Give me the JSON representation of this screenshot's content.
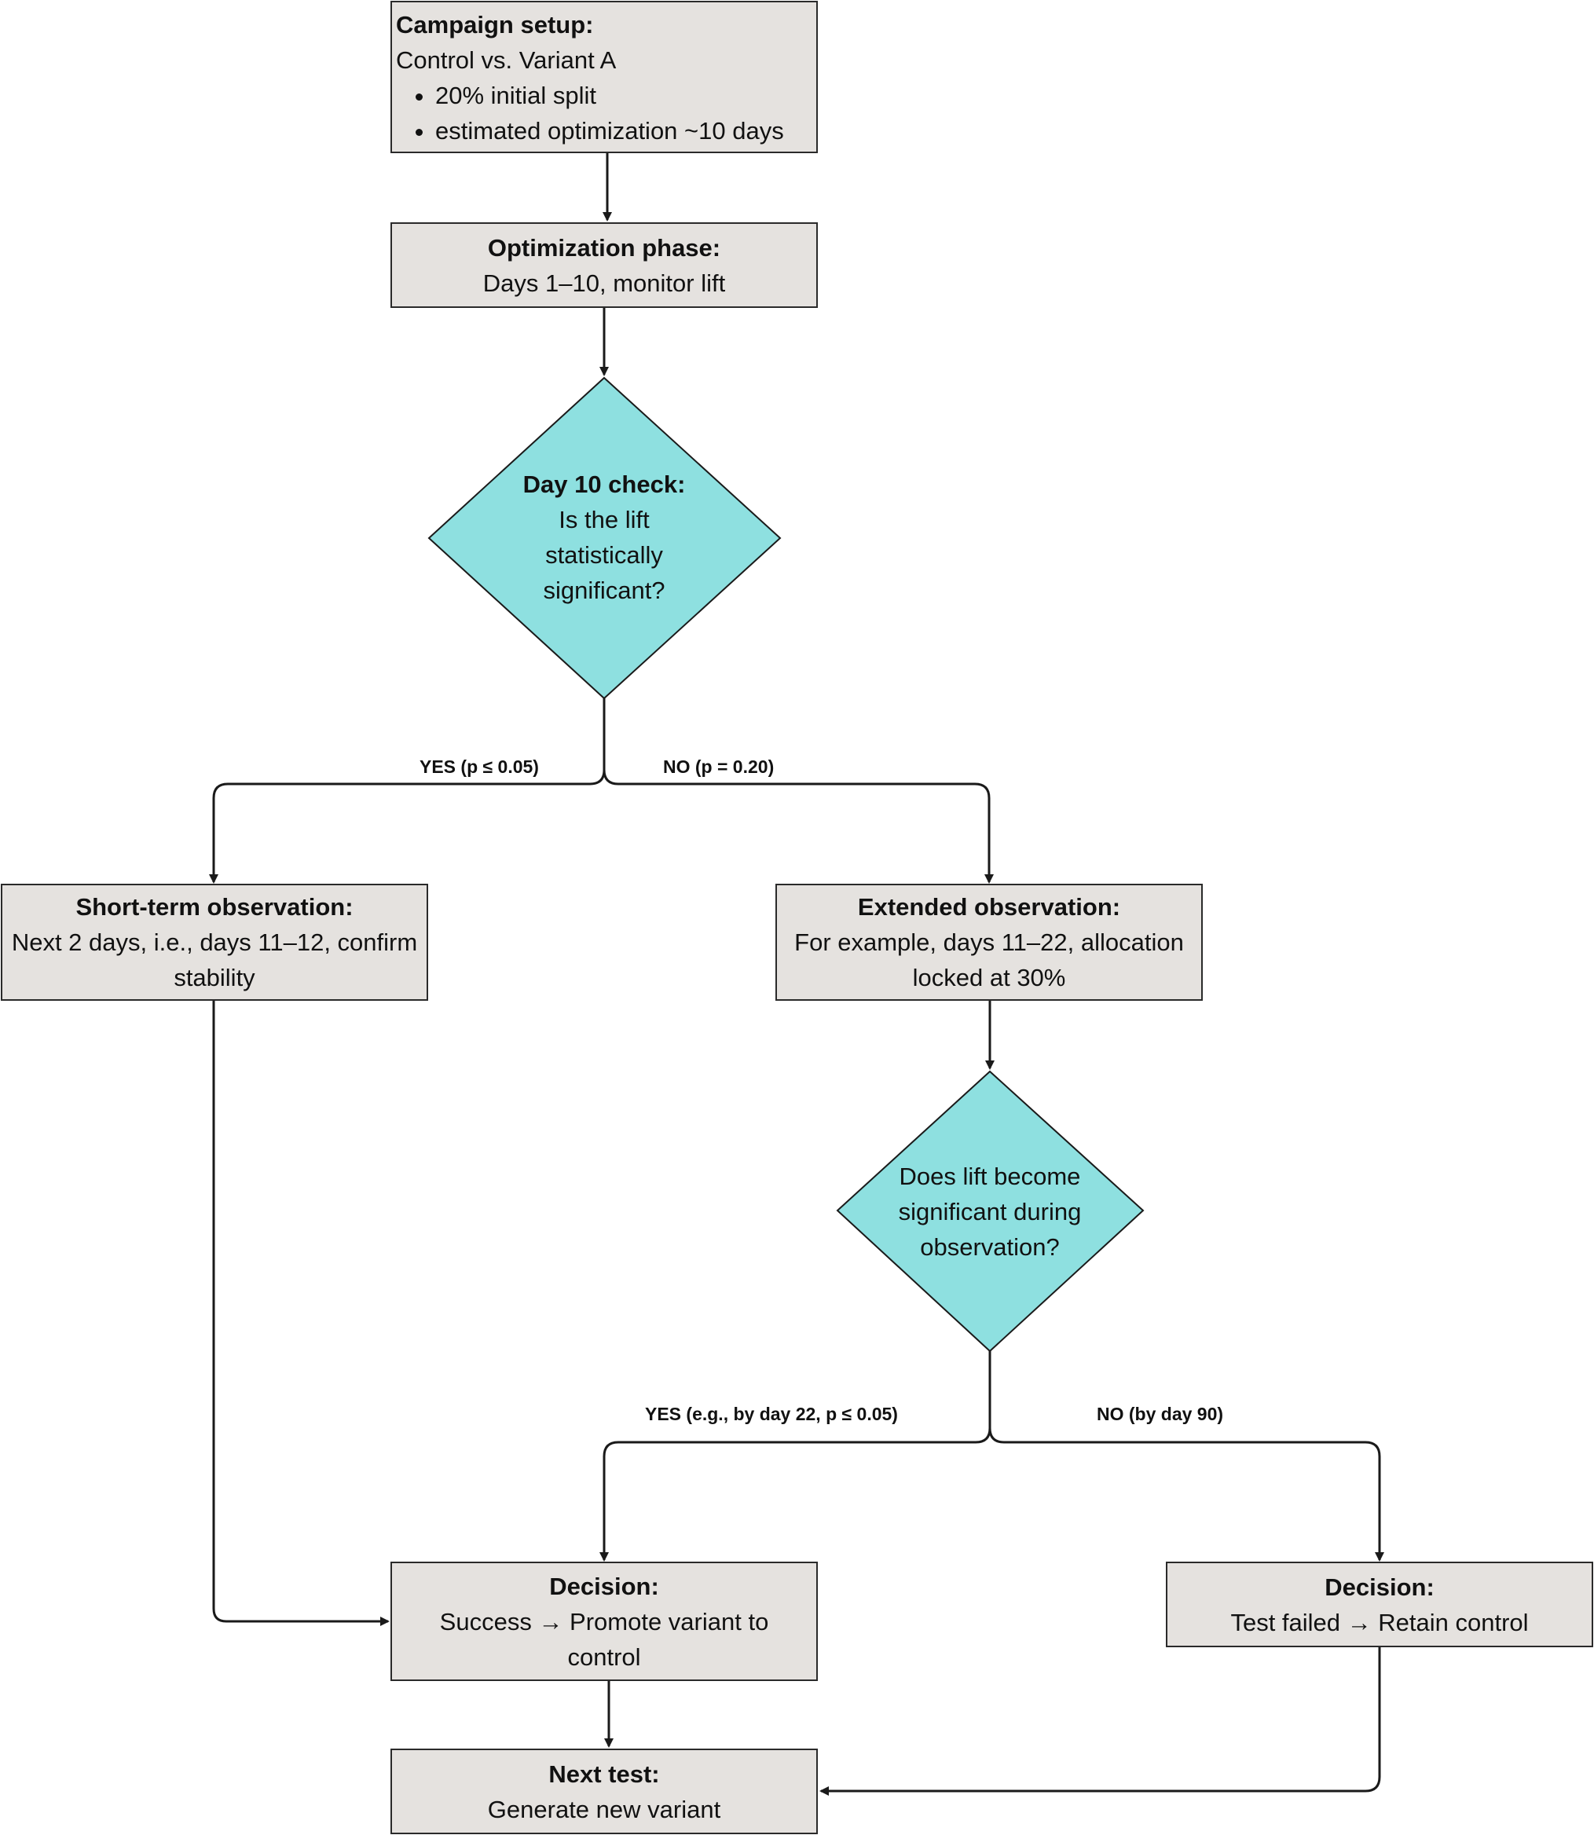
{
  "colors": {
    "process_fill": "#e5e2df",
    "decision_fill": "#8ee0e0",
    "stroke": "#1a1a1a"
  },
  "nodes": {
    "campaign_setup": {
      "title": "Campaign setup:",
      "line": "Control vs. Variant A",
      "bullets": [
        "20% initial split",
        "estimated optimization ~10 days"
      ]
    },
    "optimization_phase": {
      "title": "Optimization phase:",
      "lines": [
        "Days 1–10, monitor lift"
      ]
    },
    "day10_check": {
      "title": "Day 10 check:",
      "lines": [
        "Is the lift",
        "statistically",
        "significant?"
      ]
    },
    "short_term": {
      "title": "Short-term observation:",
      "lines": [
        "Next 2 days, i.e., days 11–12, confirm",
        "stability"
      ]
    },
    "extended": {
      "title": "Extended observation:",
      "lines": [
        "For example, days 11–22, allocation",
        "locked at 30%"
      ]
    },
    "lift_significant": {
      "lines": [
        "Does lift become",
        "significant during",
        "observation?"
      ]
    },
    "decision_success": {
      "title": "Decision:",
      "lines": [
        "Success → Promote variant to",
        "control"
      ]
    },
    "decision_failed": {
      "title": "Decision:",
      "lines": [
        "Test failed → Retain control"
      ]
    },
    "next_test": {
      "title": "Next test:",
      "lines": [
        "Generate new variant"
      ]
    }
  },
  "edge_labels": {
    "day10_yes": "YES (p ≤ 0.05)",
    "day10_no": "NO (p = 0.20)",
    "lift_yes": "YES (e.g., by day 22, p ≤ 0.05)",
    "lift_no": "NO (by day 90)"
  }
}
